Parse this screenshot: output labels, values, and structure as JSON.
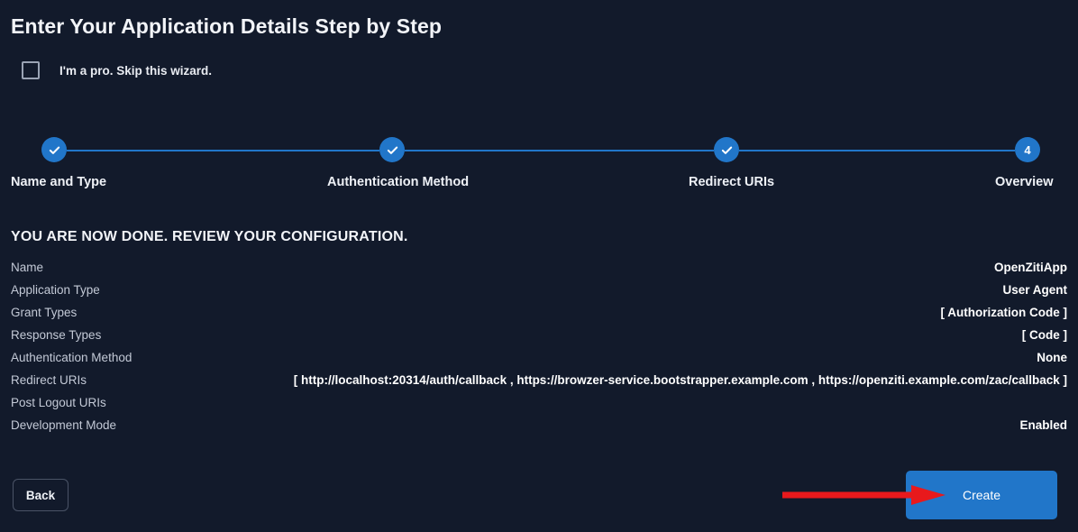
{
  "page": {
    "title": "Enter Your Application Details Step by Step",
    "background_color": "#121a2b",
    "accent_color": "#2176c9",
    "annotation_color": "#e8191c"
  },
  "skip_wizard": {
    "label": "I'm a pro. Skip this wizard.",
    "checked": false
  },
  "stepper": {
    "current_step": 4,
    "steps": [
      {
        "number": "1",
        "label": "Name and Type",
        "state": "complete",
        "icon": "check-icon"
      },
      {
        "number": "2",
        "label": "Authentication Method",
        "state": "complete",
        "icon": "check-icon"
      },
      {
        "number": "3",
        "label": "Redirect URIs",
        "state": "complete",
        "icon": "check-icon"
      },
      {
        "number": "4",
        "label": "Overview",
        "state": "active",
        "icon": "step-number"
      }
    ]
  },
  "review": {
    "heading": "YOU ARE NOW DONE. REVIEW YOUR CONFIGURATION.",
    "rows": [
      {
        "label": "Name",
        "value": "OpenZitiApp"
      },
      {
        "label": "Application Type",
        "value": "User Agent"
      },
      {
        "label": "Grant Types",
        "value": "[ Authorization Code ]"
      },
      {
        "label": "Response Types",
        "value": "[ Code ]"
      },
      {
        "label": "Authentication Method",
        "value": "None"
      },
      {
        "label": "Redirect URIs",
        "value": "[ http://localhost:20314/auth/callback , https://browzer-service.bootstrapper.example.com , https://openziti.example.com/zac/callback ]"
      },
      {
        "label": "Post Logout URIs",
        "value": ""
      },
      {
        "label": "Development Mode",
        "value": "Enabled"
      }
    ]
  },
  "footer": {
    "back_label": "Back",
    "create_label": "Create"
  },
  "annotation": {
    "name": "red-arrow-pointing-to-create-button"
  }
}
